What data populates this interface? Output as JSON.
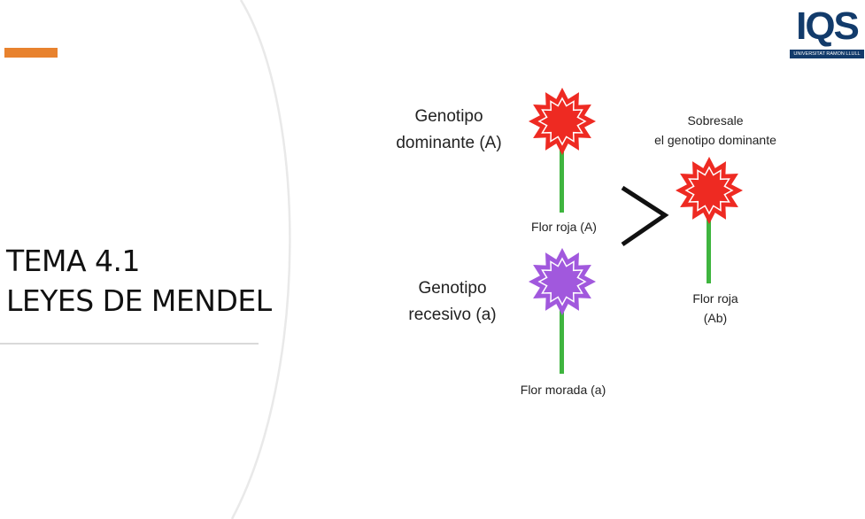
{
  "slide": {
    "title_line1": "TEMA 4.1",
    "title_line2": "LEYES DE MENDEL"
  },
  "logo": {
    "mark": "IQS",
    "tagline": "UNIVERSITAT RAMON LLULL"
  },
  "diagram": {
    "dominant_label_line1": "Genotipo",
    "dominant_label_line2": "dominante (A)",
    "recessive_label_line1": "Genotipo",
    "recessive_label_line2": "recesivo (a)",
    "red_flower_caption": "Flor roja (A)",
    "purple_flower_caption": "Flor morada (a)",
    "result_heading_line1": "Sobresale",
    "result_heading_line2": "el genotipo dominante",
    "result_caption_line1": "Flor roja",
    "result_caption_line2": "(Ab)"
  },
  "colors": {
    "accent": "#e8822e",
    "brand": "#123b6b",
    "red_flower": "#ee2a22",
    "purple_flower": "#a158dd",
    "stem": "#3fb53f"
  },
  "icons": {
    "dominance_symbol": "greater-than-icon"
  }
}
